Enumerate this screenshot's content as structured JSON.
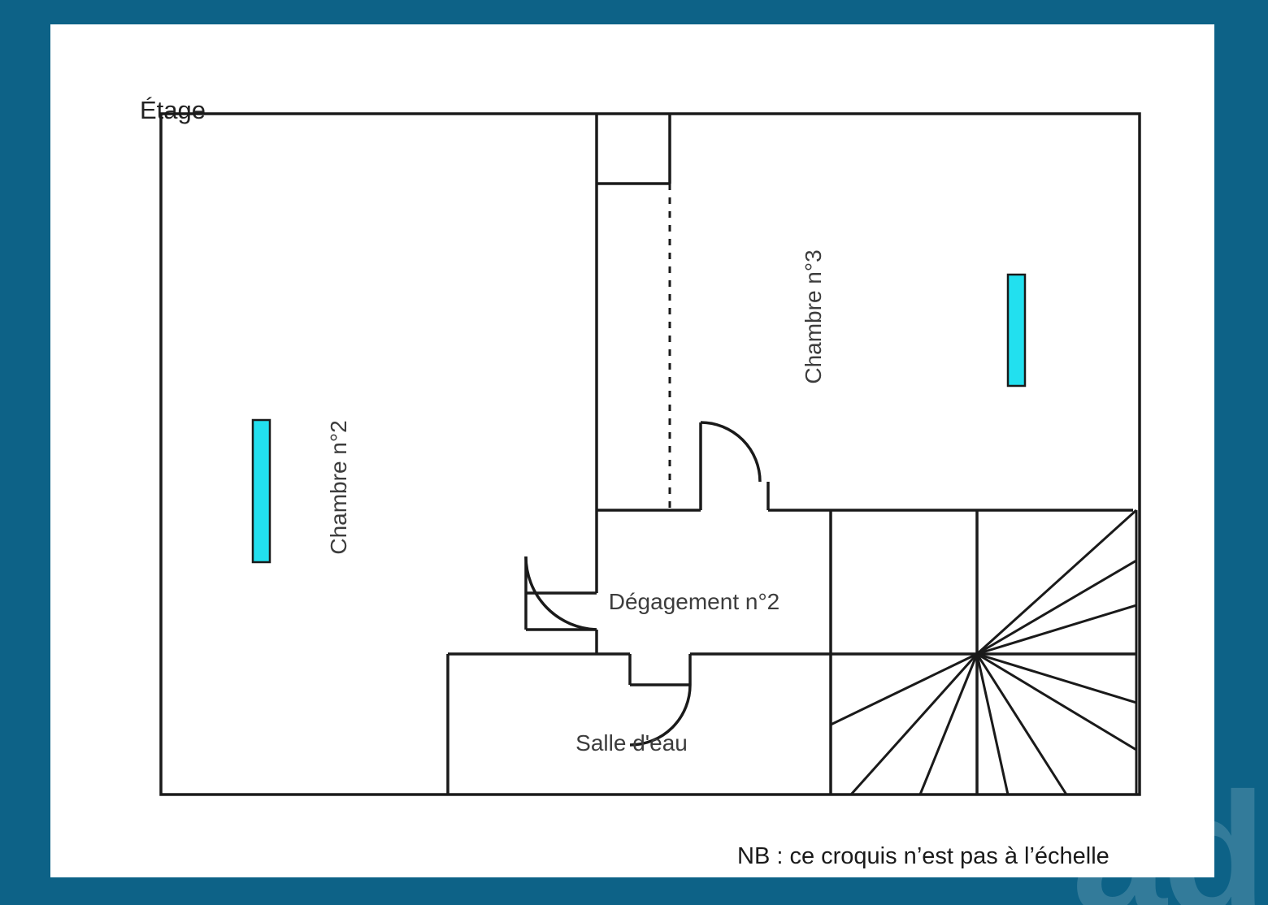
{
  "page": {
    "background_color": "#0d6287",
    "sheet_color": "#ffffff",
    "watermark_text": "ad"
  },
  "floor_plan": {
    "title": "Étage",
    "note": "NB : ce croquis n’est pas à l’échelle",
    "wall_color": "#1a1a1a",
    "window_color": "#22e0ef",
    "rooms": [
      {
        "name": "chambre-2",
        "label": "Chambre n°2",
        "orientation": "vertical"
      },
      {
        "name": "chambre-3",
        "label": "Chambre n°3",
        "orientation": "vertical"
      },
      {
        "name": "degagement-2",
        "label": "Dégagement n°2",
        "orientation": "horizontal"
      },
      {
        "name": "salle-d-eau",
        "label": "Salle d'eau",
        "orientation": "horizontal"
      }
    ],
    "features": {
      "windows": 2,
      "doors": 3,
      "staircase": "winder-stairs"
    }
  }
}
